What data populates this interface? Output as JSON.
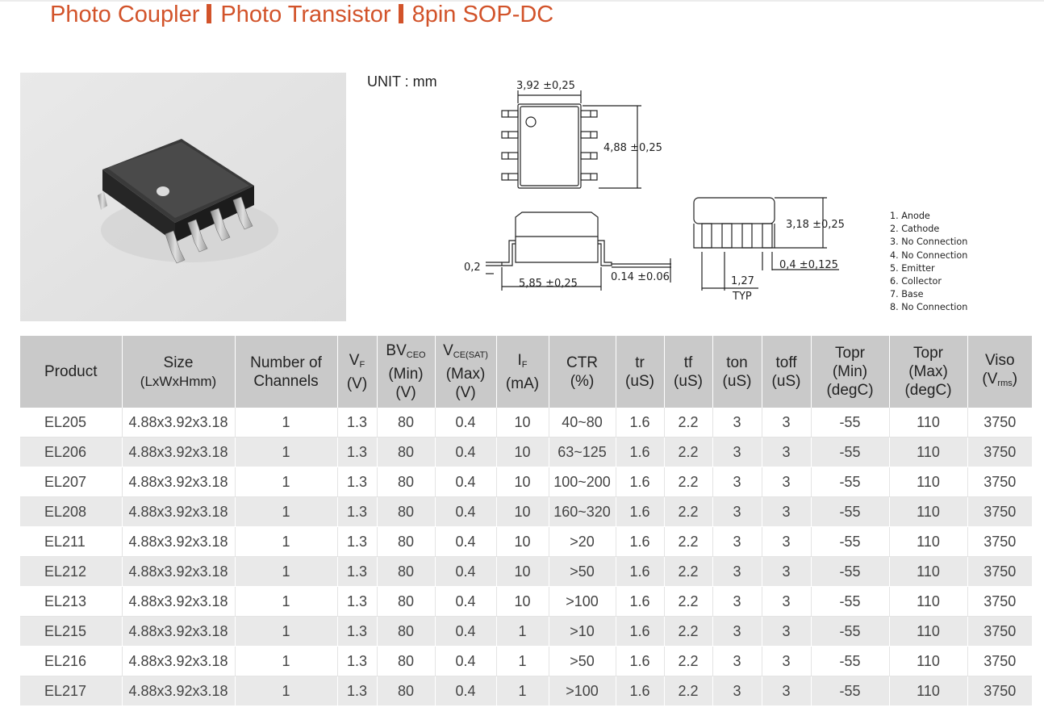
{
  "title": {
    "part1": "Photo Coupler",
    "part2": "Photo Transistor",
    "part3": "8pin SOP-DC"
  },
  "unit_label": "UNIT : mm",
  "dimensions": {
    "width": "3,92 ±0,25",
    "length": "4,88 ±0,25",
    "height": "3,18 ±0,25",
    "standoff": "0,2",
    "span": "5,85 ±0,25",
    "lead_thickness": "0.14 ±0.06",
    "lead_width": "0,4 ±0,125",
    "pitch": "1,27",
    "pitch_note": "TYP"
  },
  "pin_numbers": [
    "1",
    "2",
    "3",
    "4",
    "5",
    "6",
    "7",
    "8"
  ],
  "pins": [
    "1. Anode",
    "2. Cathode",
    "3. No Connection",
    "4. No Connection",
    "5. Emitter",
    "6. Collector",
    "7. Base",
    "8. No Connection"
  ],
  "table": {
    "headers": {
      "product": "Product",
      "size": "Size",
      "size_unit": "(LxWxHmm)",
      "channels_1": "Number of",
      "channels_2": "Channels",
      "vf": "V",
      "vf_sub": "F",
      "vf_unit": "(V)",
      "bv": "BV",
      "bv_sub": "CEO",
      "bv_min": "(Min)",
      "bv_unit": "(V)",
      "vce": "V",
      "vce_sub": "CE(SAT)",
      "vce_max": "(Max)",
      "vce_unit": "(V)",
      "if": "I",
      "if_sub": "F",
      "if_unit": "(mA)",
      "ctr": "CTR",
      "ctr_unit": "(%)",
      "tr": "tr",
      "tr_unit": "(uS)",
      "tf": "tf",
      "tf_unit": "(uS)",
      "ton": "ton",
      "ton_unit": "(uS)",
      "toff": "toff",
      "toff_unit": "(uS)",
      "topr_min": "Topr",
      "topr_min_2": "(Min)",
      "topr_min_unit": "(degC)",
      "topr_max": "Topr",
      "topr_max_2": "(Max)",
      "topr_max_unit": "(degC)",
      "viso": "Viso",
      "viso_v": "(V",
      "viso_sub": "rms",
      "viso_close": ")"
    },
    "rows": [
      {
        "product": "EL205",
        "size": "4.88x3.92x3.18",
        "channels": "1",
        "vf": "1.3",
        "bv": "80",
        "vce": "0.4",
        "if": "10",
        "ctr": "40~80",
        "tr": "1.6",
        "tf": "2.2",
        "ton": "3",
        "toff": "3",
        "topr_min": "-55",
        "topr_max": "110",
        "viso": "3750"
      },
      {
        "product": "EL206",
        "size": "4.88x3.92x3.18",
        "channels": "1",
        "vf": "1.3",
        "bv": "80",
        "vce": "0.4",
        "if": "10",
        "ctr": "63~125",
        "tr": "1.6",
        "tf": "2.2",
        "ton": "3",
        "toff": "3",
        "topr_min": "-55",
        "topr_max": "110",
        "viso": "3750"
      },
      {
        "product": "EL207",
        "size": "4.88x3.92x3.18",
        "channels": "1",
        "vf": "1.3",
        "bv": "80",
        "vce": "0.4",
        "if": "10",
        "ctr": "100~200",
        "tr": "1.6",
        "tf": "2.2",
        "ton": "3",
        "toff": "3",
        "topr_min": "-55",
        "topr_max": "110",
        "viso": "3750"
      },
      {
        "product": "EL208",
        "size": "4.88x3.92x3.18",
        "channels": "1",
        "vf": "1.3",
        "bv": "80",
        "vce": "0.4",
        "if": "10",
        "ctr": "160~320",
        "tr": "1.6",
        "tf": "2.2",
        "ton": "3",
        "toff": "3",
        "topr_min": "-55",
        "topr_max": "110",
        "viso": "3750"
      },
      {
        "product": "EL211",
        "size": "4.88x3.92x3.18",
        "channels": "1",
        "vf": "1.3",
        "bv": "80",
        "vce": "0.4",
        "if": "10",
        "ctr": ">20",
        "tr": "1.6",
        "tf": "2.2",
        "ton": "3",
        "toff": "3",
        "topr_min": "-55",
        "topr_max": "110",
        "viso": "3750"
      },
      {
        "product": "EL212",
        "size": "4.88x3.92x3.18",
        "channels": "1",
        "vf": "1.3",
        "bv": "80",
        "vce": "0.4",
        "if": "10",
        "ctr": ">50",
        "tr": "1.6",
        "tf": "2.2",
        "ton": "3",
        "toff": "3",
        "topr_min": "-55",
        "topr_max": "110",
        "viso": "3750"
      },
      {
        "product": "EL213",
        "size": "4.88x3.92x3.18",
        "channels": "1",
        "vf": "1.3",
        "bv": "80",
        "vce": "0.4",
        "if": "10",
        "ctr": ">100",
        "tr": "1.6",
        "tf": "2.2",
        "ton": "3",
        "toff": "3",
        "topr_min": "-55",
        "topr_max": "110",
        "viso": "3750"
      },
      {
        "product": "EL215",
        "size": "4.88x3.92x3.18",
        "channels": "1",
        "vf": "1.3",
        "bv": "80",
        "vce": "0.4",
        "if": "1",
        "ctr": ">10",
        "tr": "1.6",
        "tf": "2.2",
        "ton": "3",
        "toff": "3",
        "topr_min": "-55",
        "topr_max": "110",
        "viso": "3750"
      },
      {
        "product": "EL216",
        "size": "4.88x3.92x3.18",
        "channels": "1",
        "vf": "1.3",
        "bv": "80",
        "vce": "0.4",
        "if": "1",
        "ctr": ">50",
        "tr": "1.6",
        "tf": "2.2",
        "ton": "3",
        "toff": "3",
        "topr_min": "-55",
        "topr_max": "110",
        "viso": "3750"
      },
      {
        "product": "EL217",
        "size": "4.88x3.92x3.18",
        "channels": "1",
        "vf": "1.3",
        "bv": "80",
        "vce": "0.4",
        "if": "1",
        "ctr": ">100",
        "tr": "1.6",
        "tf": "2.2",
        "ton": "3",
        "toff": "3",
        "topr_min": "-55",
        "topr_max": "110",
        "viso": "3750"
      }
    ]
  }
}
